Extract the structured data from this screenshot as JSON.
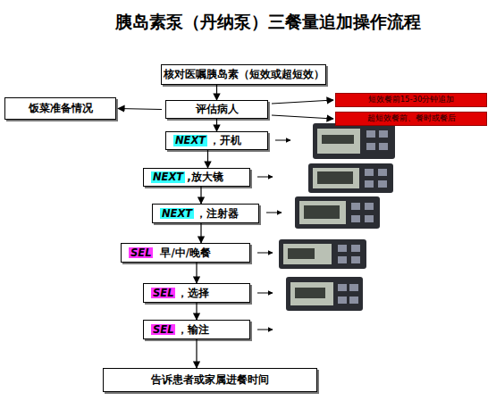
{
  "diagram": {
    "title": "胰岛素泵（丹纳泵）三餐量追加操作流程",
    "nodes": [
      {
        "text": [
          "核对医嘱胰岛素（短效或超短效）"
        ]
      },
      {
        "text": [
          "评估病人"
        ]
      },
      {
        "text": [
          "饭菜准备情况"
        ]
      },
      {
        "text": [
          "短效餐前15-30分钟追加"
        ]
      },
      {
        "text": [
          "超短效餐前、餐时或餐后"
        ]
      },
      {
        "text": [
          "NEXT",
          "，开机"
        ]
      },
      {
        "text": [
          "NEXT",
          ",放大镜"
        ]
      },
      {
        "text": [
          "NEXT",
          "，注射器"
        ]
      },
      {
        "text": [
          "SEL",
          "早/中/晚餐"
        ]
      },
      {
        "text": [
          "SEL",
          "，选择"
        ]
      },
      {
        "text": [
          "SEL",
          "，输注"
        ]
      },
      {
        "text": [
          "告诉患者或家属进餐时间"
        ]
      }
    ],
    "edges": [
      {
        "from": 0,
        "to": 1,
        "arrow": "to"
      },
      {
        "from": 1,
        "to": 2,
        "arrow": "to"
      },
      {
        "from": 1,
        "to": 3,
        "arrow": "to"
      },
      {
        "from": 1,
        "to": 4,
        "arrow": "to"
      },
      {
        "from": 1,
        "to": 5,
        "arrow": "to"
      },
      {
        "from": 5,
        "to": 6,
        "arrow": "to"
      },
      {
        "from": 6,
        "to": 7,
        "arrow": "to"
      },
      {
        "from": 7,
        "to": 8,
        "arrow": "to"
      },
      {
        "from": 8,
        "to": 9,
        "arrow": "to"
      },
      {
        "from": 9,
        "to": 10,
        "arrow": "to"
      },
      {
        "from": 10,
        "to": 11,
        "arrow": "to"
      }
    ]
  }
}
